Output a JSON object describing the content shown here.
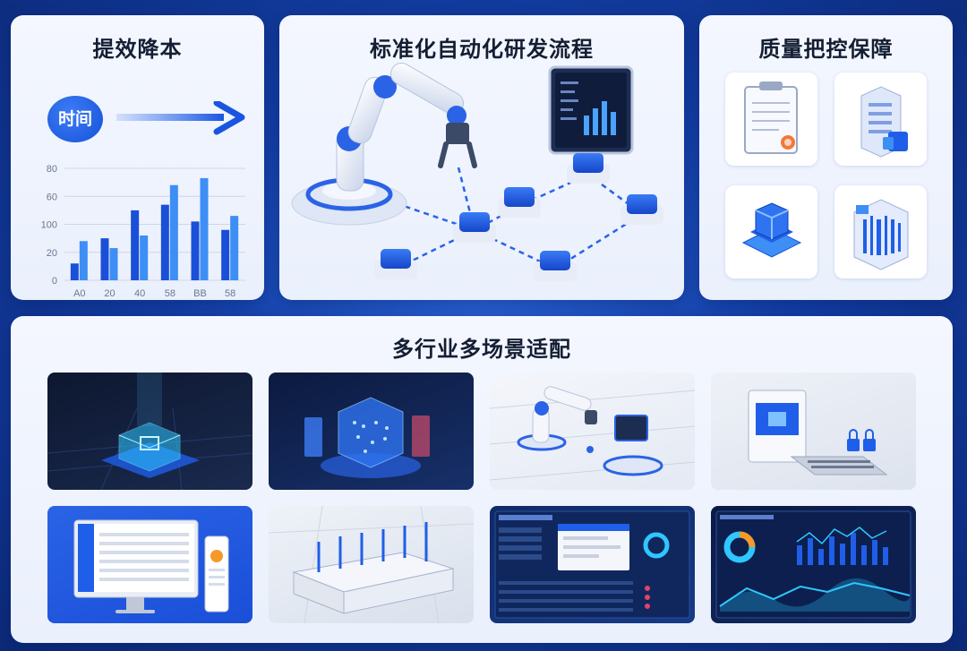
{
  "panels": {
    "cost": {
      "title": "提效降本",
      "time_label": "时间",
      "chart": {
        "y_ticks": [
          "80",
          "60",
          "100",
          "20",
          "0"
        ],
        "x_ticks": [
          "A0",
          "20",
          "40",
          "58",
          "BB",
          "58"
        ]
      }
    },
    "flow": {
      "title": "标准化自动化研发流程"
    },
    "quality": {
      "title": "质量把控保障"
    },
    "scenes": {
      "title": "多行业多场景适配"
    }
  },
  "chart_data": {
    "type": "bar",
    "categories": [
      "A0",
      "20",
      "40",
      "58",
      "BB",
      "58"
    ],
    "y_tick_labels": [
      "0",
      "20",
      "100",
      "60",
      "80"
    ],
    "series": [
      {
        "values": [
          12,
          30,
          50,
          54,
          42,
          36
        ]
      },
      {
        "values": [
          28,
          23,
          32,
          68,
          73,
          46
        ]
      }
    ],
    "ylim": [
      0,
      80
    ],
    "grid": true
  },
  "colors": {
    "accent": "#1f5ee8",
    "bar_dark": "#1a4fd8",
    "bar_light": "#3d8ef5",
    "background": "#1440a8"
  }
}
